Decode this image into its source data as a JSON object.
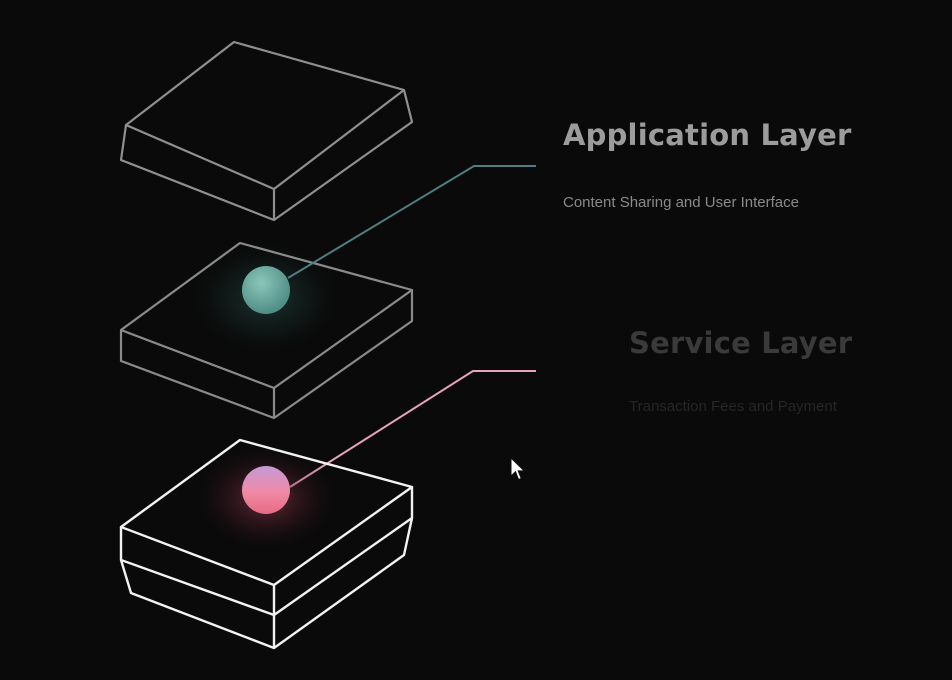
{
  "layers": [
    {
      "title": "Application Layer",
      "subtitle": "Content Sharing and User Interface",
      "title_color": "#9c9c9c",
      "subtitle_color": "#8a8a8a",
      "orb_color": "#6aa89e",
      "connector_color": "#4f7d80"
    },
    {
      "title": "Service Layer",
      "subtitle": "Transaction Fees and Payment",
      "title_color": "#3a3a3a",
      "subtitle_color": "#262626",
      "orb_color": "#f07f9a",
      "connector_color": "#e7a3bc"
    }
  ],
  "blocks": [
    {
      "name": "top-block",
      "stroke": "#8f8f8f"
    },
    {
      "name": "middle-block",
      "stroke": "#8a8a8a"
    },
    {
      "name": "bottom-block",
      "stroke": "#f2f2f2"
    }
  ],
  "colors": {
    "background": "#0a0a0a",
    "cursor": "#ffffff"
  }
}
